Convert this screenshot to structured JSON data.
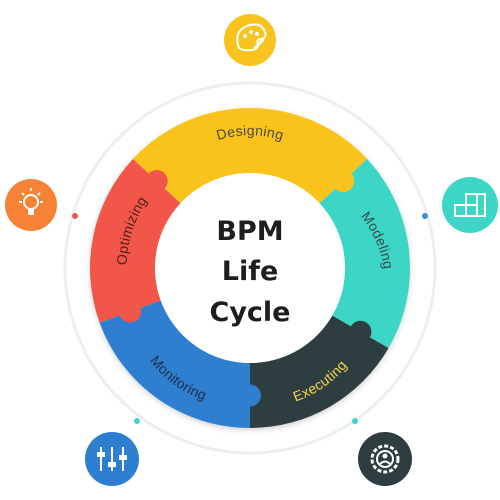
{
  "center": {
    "line1": "BPM",
    "line2": "Life",
    "line3": "Cycle"
  },
  "segments": [
    {
      "label": "Designing",
      "color": "#f9c31f",
      "text_color": "#4a4a4a"
    },
    {
      "label": "Modeling",
      "color": "#3dd6c6",
      "text_color": "#3b4a4a"
    },
    {
      "label": "Executing",
      "color": "#2e3e40",
      "text_color": "#f7d44a"
    },
    {
      "label": "Monitoring",
      "color": "#2f7fd0",
      "text_color": "#1f2f4a"
    },
    {
      "label": "Optimizing",
      "color": "#f1564a",
      "text_color": "#4a2020"
    }
  ],
  "icons": [
    {
      "name": "palette-icon",
      "color": "#f9c31f"
    },
    {
      "name": "blocks-icon",
      "color": "#3dd6c6"
    },
    {
      "name": "gear-user-icon",
      "color": "#2e3e40"
    },
    {
      "name": "sliders-icon",
      "color": "#2f7fd0"
    },
    {
      "name": "lightbulb-icon",
      "color": "#f58235"
    }
  ]
}
